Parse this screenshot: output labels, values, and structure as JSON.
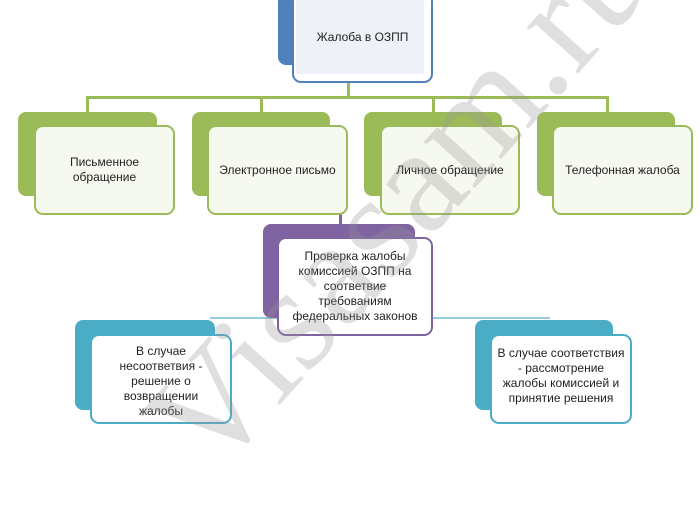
{
  "root": {
    "label": "Жалоба в ОЗПП"
  },
  "channels": [
    {
      "label": "Письменное обращение"
    },
    {
      "label": "Электронное письмо"
    },
    {
      "label": "Личное обращение"
    },
    {
      "label": "Телефонная жалоба"
    }
  ],
  "check": {
    "label": "Проверка жалобы комиссией ОЗПП на соответвие требованиям федеральных законов"
  },
  "outcomes": [
    {
      "label": "В случае несоответвия - решение о возвращении жалобы"
    },
    {
      "label": "В случае соответствия - рассмотрение жалобы комиссией и принятие решения"
    }
  ],
  "watermark": "Visasam.ru",
  "colors": {
    "blue": "#4f81bd",
    "green": "#9bbb59",
    "purple": "#8064a2",
    "teal": "#4bacc6"
  }
}
